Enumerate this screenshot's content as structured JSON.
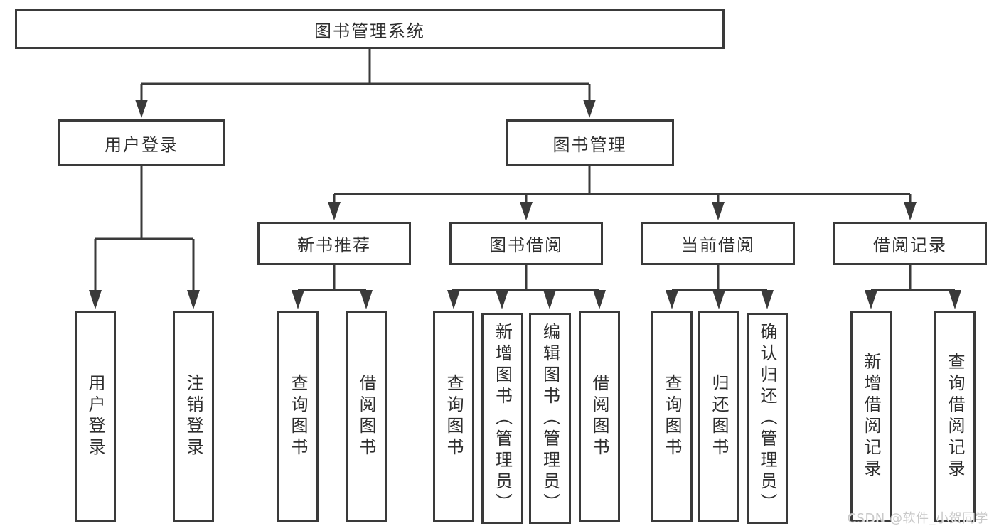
{
  "diagram": {
    "type": "hierarchy-tree",
    "tree": {
      "label": "图书管理系统",
      "children": [
        {
          "label": "用户登录",
          "children": [
            {
              "label": "用户登录"
            },
            {
              "label": "注销登录"
            }
          ]
        },
        {
          "label": "图书管理",
          "children": [
            {
              "label": "新书推荐",
              "children": [
                {
                  "label": "查询图书"
                },
                {
                  "label": "借阅图书"
                }
              ]
            },
            {
              "label": "图书借阅",
              "children": [
                {
                  "label": "查询图书"
                },
                {
                  "label": "新增图书（管理员）"
                },
                {
                  "label": "编辑图书（管理员）"
                },
                {
                  "label": "借阅图书"
                }
              ]
            },
            {
              "label": "当前借阅",
              "children": [
                {
                  "label": "查询图书"
                },
                {
                  "label": "归还图书"
                },
                {
                  "label": "确认归还（管理员）"
                }
              ]
            },
            {
              "label": "借阅记录",
              "children": [
                {
                  "label": "新增借阅记录"
                },
                {
                  "label": "查询借阅记录"
                }
              ]
            }
          ]
        }
      ]
    },
    "colors": {
      "line": "#3a3a3a",
      "text": "#2e2e2e",
      "background": "#ffffff",
      "watermark": "#c6c6c6"
    }
  },
  "watermark": {
    "text": "CSDN @软件_小贺同学"
  }
}
